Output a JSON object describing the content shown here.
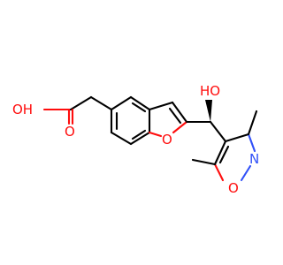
{
  "molecule": {
    "atoms": [
      {
        "symbol": "O",
        "role": "ring-oxygen-furan"
      },
      {
        "symbol": "HO",
        "role": "hydroxyl-chiral"
      },
      {
        "symbol": "N",
        "role": "isoxazole-nitrogen"
      },
      {
        "symbol": "O",
        "role": "isoxazole-oxygen"
      },
      {
        "symbol": "OH",
        "role": "carboxylic-hydroxyl"
      },
      {
        "symbol": "O",
        "role": "carbonyl-oxygen"
      }
    ],
    "colors": {
      "bond": "#000000",
      "oxygen": "#ff0d0d",
      "nitrogen": "#3050f8",
      "background": "#ffffff"
    }
  }
}
